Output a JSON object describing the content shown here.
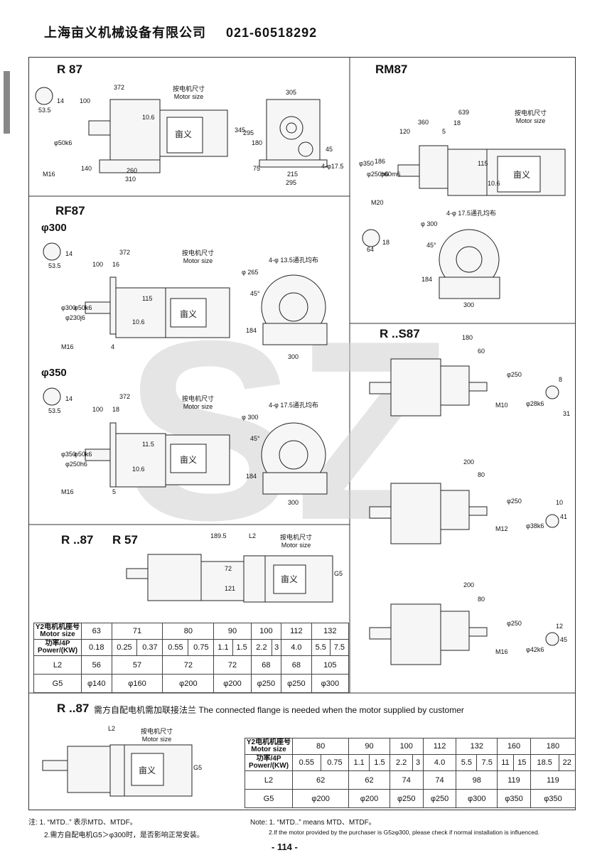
{
  "header": {
    "company": "上海亩义机械设备有限公司",
    "phone": "021-60518292"
  },
  "watermark": {
    "text": "SZ"
  },
  "sections": {
    "r87": {
      "title": "R 87",
      "d": [
        "372",
        "100",
        "53.5",
        "14",
        "10.6",
        "φ50k6",
        "M16",
        "140",
        "260",
        "310",
        "305",
        "345",
        "295",
        "180",
        "75",
        "215",
        "295",
        "45",
        "4-φ17.5"
      ]
    },
    "rm87": {
      "title": "RM87",
      "d": [
        "639",
        "360",
        "5",
        "18",
        "120",
        "φ350",
        "φ250h6",
        "186",
        "φ60m6",
        "115",
        "10.6",
        "M20",
        "4-φ 17.5通孔均布",
        "φ 300",
        "45°",
        "184",
        "300",
        "64",
        "18"
      ]
    },
    "rf87": {
      "title": "RF87",
      "d300": "φ300",
      "d350": "φ350",
      "dims300": [
        "372",
        "100",
        "16",
        "53.5",
        "14",
        "φ300",
        "φ230j6",
        "φ50k6",
        "115",
        "10.6",
        "M16",
        "4",
        "4-φ 13.5通孔均布",
        "φ 265",
        "45°",
        "184",
        "300"
      ],
      "dims350": [
        "372",
        "100",
        "18",
        "53.5",
        "14",
        "φ350",
        "φ250h6",
        "φ50k6",
        "11.5",
        "10.6",
        "M16",
        "5",
        "4-φ 17.5通孔均布",
        "φ 300",
        "45°",
        "184",
        "300"
      ]
    },
    "rs87": {
      "title": "R ..S87",
      "d": [
        "180",
        "60",
        "φ250",
        "M10",
        "φ28k6",
        "8",
        "31",
        "200",
        "80",
        "φ250",
        "M12",
        "φ38k6",
        "10",
        "41",
        "200",
        "80",
        "φ250",
        "M16",
        "φ42k6",
        "12",
        "45"
      ]
    },
    "r87r57": {
      "title1": "R ..87",
      "title2": "R 57",
      "d": [
        "189.5",
        "L2",
        "72",
        "121",
        "G5"
      ]
    },
    "r87flange": {
      "title": "R ..87",
      "desc": "需方自配电机需加联接法兰   The connected flange is needed when the motor supplied by customer",
      "d": [
        "L2",
        "G5"
      ]
    }
  },
  "common": {
    "motor_size_cn": "按电机尺寸",
    "motor_size_en": "Motor size",
    "motor_label": "亩义"
  },
  "table1": {
    "h1": [
      "Y2电机机座号",
      "Motor size"
    ],
    "h2": [
      "功率/4P",
      "Power/(KW)"
    ],
    "sizes": [
      "63",
      "71",
      "80",
      "90",
      "100",
      "112",
      "132"
    ],
    "power": [
      "0.18",
      "0.25",
      "0.37",
      "0.55",
      "0.75",
      "1.1",
      "1.5",
      "2.2",
      "3",
      "4.0",
      "5.5",
      "7.5"
    ],
    "l2_label": "L2",
    "l2": [
      "56",
      "57",
      "72",
      "72",
      "68",
      "68",
      "105"
    ],
    "g5_label": "G5",
    "g5": [
      "φ140",
      "φ160",
      "φ200",
      "φ200",
      "φ250",
      "φ250",
      "φ300"
    ]
  },
  "table2": {
    "h1": [
      "Y2电机机座号",
      "Motor size"
    ],
    "h2": [
      "功率/4P",
      "Power/(KW)"
    ],
    "sizes": [
      "80",
      "90",
      "100",
      "112",
      "132",
      "160",
      "180"
    ],
    "power": [
      "0.55",
      "0.75",
      "1.1",
      "1.5",
      "2.2",
      "3",
      "4.0",
      "5.5",
      "7.5",
      "11",
      "15",
      "18.5",
      "22"
    ],
    "l2_label": "L2",
    "l2": [
      "62",
      "62",
      "74",
      "74",
      "98",
      "119",
      "119"
    ],
    "g5_label": "G5",
    "g5": [
      "φ200",
      "φ200",
      "φ250",
      "φ250",
      "φ300",
      "φ350",
      "φ350"
    ]
  },
  "notes": {
    "cn1": "注: 1. “MTD..” 表示MTD、MTDF。",
    "cn2": "2.需方自配电机G5＞φ300时，是否影响正常安装。",
    "en1": "Note: 1. “MTD..” means  MTD、MTDF。",
    "en2": "2.If the motor provided by the purchaser is G5≥φ300, please check if normal installation is influenced."
  },
  "page_number": "- 114 -"
}
